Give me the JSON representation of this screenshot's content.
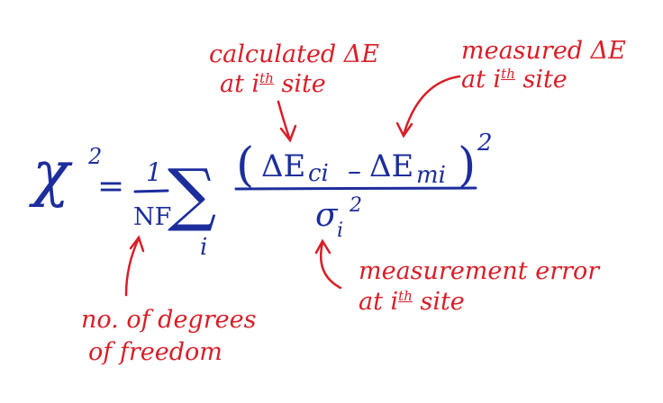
{
  "colors": {
    "annotation": "#d81e28",
    "equation": "#1c2d9c",
    "background": "#ffffff"
  },
  "equation": {
    "lhs_symbol": "χ",
    "lhs_exponent": "2",
    "equals": "=",
    "fraction_numerator": "1",
    "fraction_denominator": "NF",
    "sum_symbol": "∑",
    "sum_index": "i",
    "open_paren": "(",
    "delta_1": "ΔE",
    "subscript_1": "ci",
    "minus": "–",
    "delta_2": "ΔE",
    "subscript_2": "mi",
    "close_paren": ")",
    "numerator_exponent": "2",
    "sigma": "σ",
    "sigma_subscript": "i",
    "sigma_exponent": "2"
  },
  "annotations": {
    "calculated": {
      "line1": "calculated ΔE",
      "line2_prefix": "at i",
      "line2_sup": "th",
      "line2_suffix": " site"
    },
    "measured": {
      "line1": "measured ΔE",
      "line2_prefix": "at i",
      "line2_sup": "th",
      "line2_suffix": " site"
    },
    "degrees_of_freedom": {
      "line1": "no. of degrees",
      "line2": "of freedom"
    },
    "measurement_error": {
      "line1": "measurement error",
      "line2_prefix": "at i",
      "line2_sup": "th",
      "line2_suffix": " site"
    }
  }
}
